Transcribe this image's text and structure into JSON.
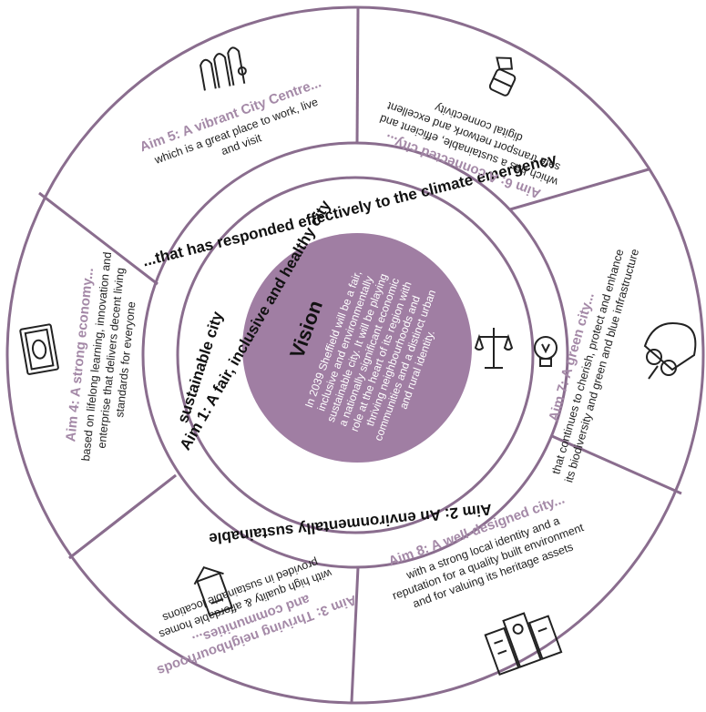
{
  "vision": {
    "title": "Vision",
    "lines": [
      "In 2039 Sheffield will be a fair,",
      "inclusive and environmentally",
      "sustainable city.  It will be playing",
      "a nationally significant economic",
      "role at the heart of its region with",
      "thriving neighbourhoods and",
      "communities and a distinct urban",
      "and rural identity."
    ]
  },
  "middle_ring": {
    "climate": "...that has responded effectively to the climate emergency",
    "sustainable": "sustainable city",
    "aim1": "Aim 1: A fair, inclusive and healthy city",
    "aim2": "Aim 2: An environmentally sustainable"
  },
  "aims": {
    "aim3": {
      "title1": "Aim 3: Thriving neighbourhoods",
      "title2": "and communities...",
      "lines": [
        "with high quality & affordable homes",
        "provided in sustainable locations"
      ]
    },
    "aim4": {
      "title": "Aim 4: A strong economy...",
      "lines": [
        "based on lifelong learning, innovation and",
        "enterprise that delivers decent living",
        "standards for everyone"
      ]
    },
    "aim5": {
      "title": "Aim 5: A vibrant City Centre...",
      "lines": [
        "which is a great place to work, live",
        "and visit"
      ]
    },
    "aim6": {
      "title": "Aim 6: A connected city...",
      "lines": [
        "which has a sustainable, efficient and",
        "safe transport network and excellent",
        "digital connectivity"
      ]
    },
    "aim7": {
      "title": "Aim 7: A green city...",
      "lines": [
        "that continues to cherish, protect and enhance",
        "its biodiversity and green and blue infrastructure"
      ]
    },
    "aim8": {
      "title": "Aim 8: A well-designed city...",
      "lines": [
        "with a strong local identity and a",
        "reputation for a quality built environment",
        "and for valuing its heritage assets"
      ]
    }
  },
  "icons": [
    "city-skyline-icon",
    "transport-icon",
    "trees-icon",
    "buildings-icon",
    "house-icon",
    "banknotes-icon",
    "scales-of-justice-icon",
    "lightbulb-icon"
  ],
  "colors": {
    "ring": "#8a6d8e",
    "vision_fill": "#a07ea3",
    "aim_title": "#a489a7"
  }
}
